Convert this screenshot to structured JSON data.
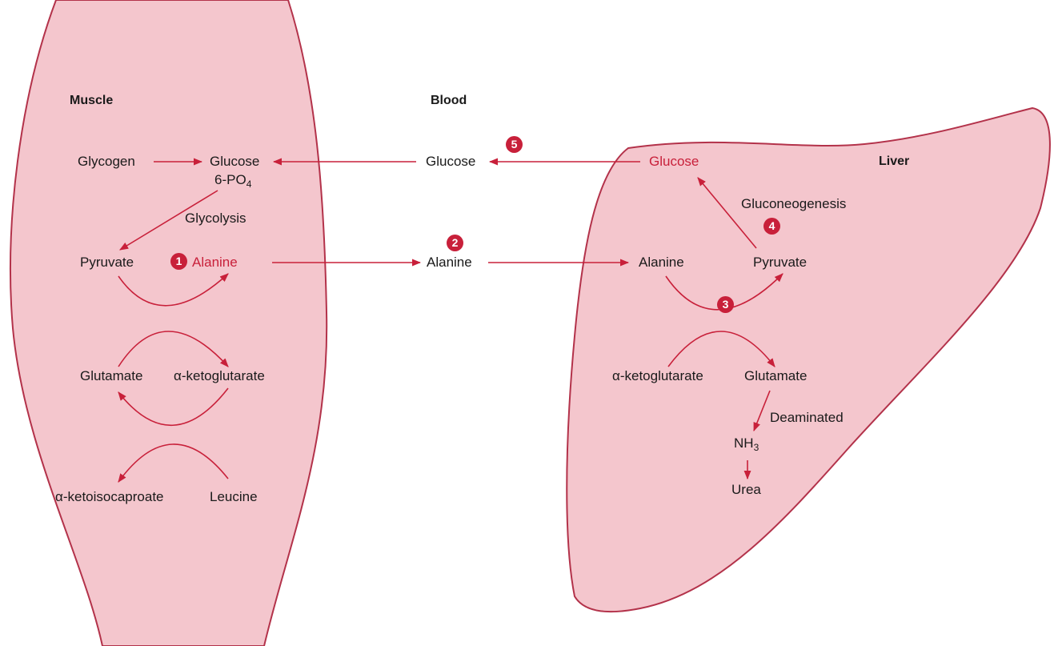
{
  "regions": {
    "muscle": "Muscle",
    "blood": "Blood",
    "liver": "Liver"
  },
  "muscle": {
    "glycogen": "Glycogen",
    "glucose": "Glucose",
    "glucose_phosphate_prefix": "6-PO",
    "glucose_phosphate_subscript": "4",
    "glycolysis": "Glycolysis",
    "pyruvate": "Pyruvate",
    "alanine": "Alanine",
    "glutamate": "Glutamate",
    "alpha_ketoglutarate": "α-ketoglutarate",
    "alpha_ketoisocaproate": "α-ketoisocaproate",
    "leucine": "Leucine"
  },
  "blood": {
    "glucose": "Glucose",
    "alanine": "Alanine"
  },
  "liver": {
    "glucose": "Glucose",
    "gluconeogenesis": "Gluconeogenesis",
    "alanine": "Alanine",
    "pyruvate": "Pyruvate",
    "alpha_ketoglutarate": "α-ketoglutarate",
    "glutamate": "Glutamate",
    "deaminated": "Deaminated",
    "ammonia_prefix": "NH",
    "ammonia_subscript": "3",
    "urea": "Urea"
  },
  "steps": [
    "1",
    "2",
    "3",
    "4",
    "5"
  ],
  "colors": {
    "tissue_fill": "#f4c6cd",
    "tissue_stroke": "#b3324a",
    "arrow": "#c8203a",
    "highlight_text": "#c8203a"
  }
}
